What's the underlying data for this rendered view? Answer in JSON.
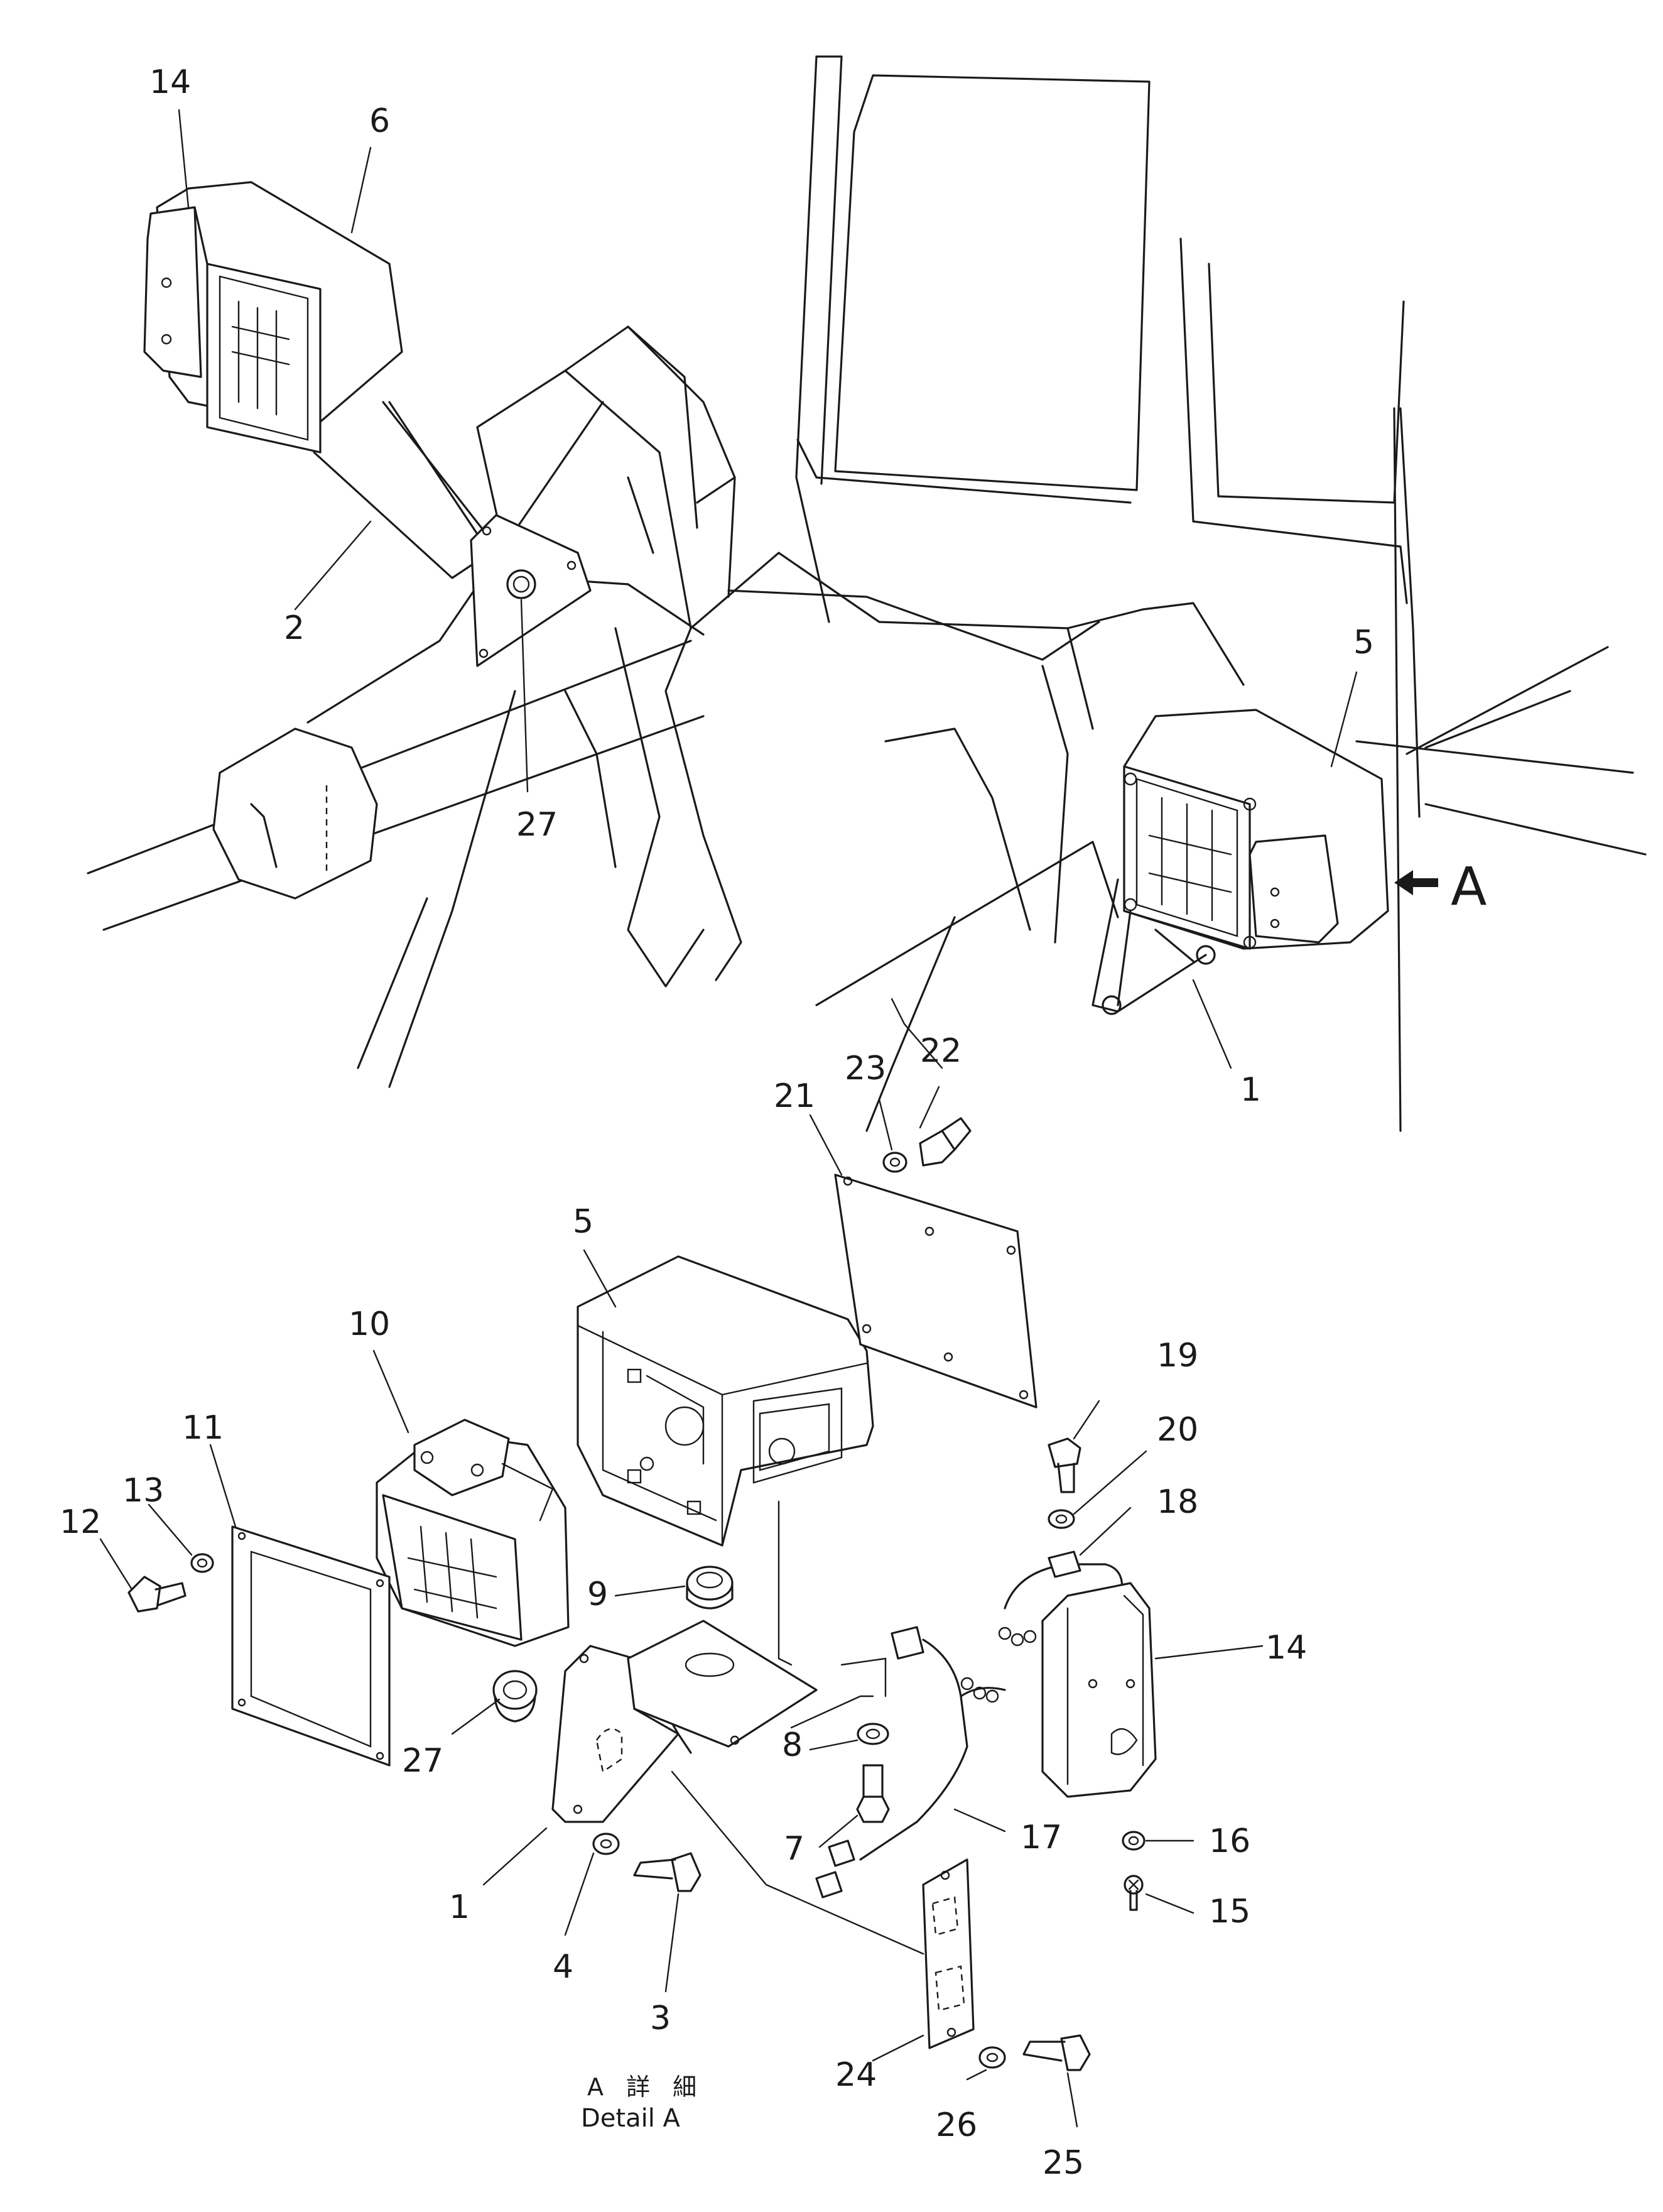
{
  "callouts": {
    "n1": "1",
    "n2": "2",
    "n3": "3",
    "n4": "4",
    "n5": "5",
    "n6": "6",
    "n7": "7",
    "n8": "8",
    "n9": "9",
    "n10": "10",
    "n11": "11",
    "n12": "12",
    "n13": "13",
    "n14": "14",
    "n15": "15",
    "n16": "16",
    "n17": "17",
    "n18": "18",
    "n19": "19",
    "n20": "20",
    "n21": "21",
    "n22": "22",
    "n23": "23",
    "n24": "24",
    "n25": "25",
    "n26": "26",
    "n27": "27"
  },
  "view_label": "A",
  "detail_caption": {
    "japanese": "A 詳 細",
    "english": "Detail A"
  },
  "icons": {
    "view_arrow": "view-direction-arrow-icon"
  },
  "colors": {
    "ink": "#1a1a1a",
    "paper": "#ffffff"
  }
}
